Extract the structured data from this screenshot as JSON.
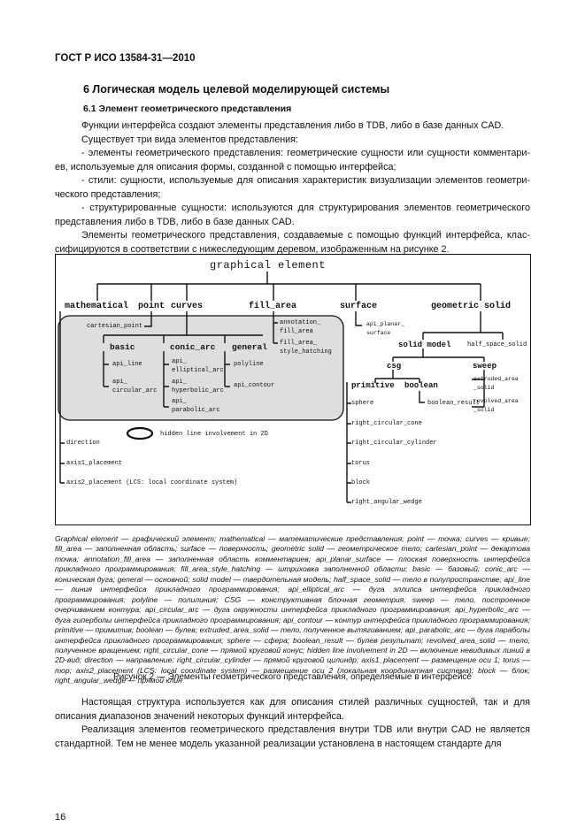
{
  "header": {
    "standard_code": "ГОСТ Р ИСО 13584-31—2010"
  },
  "section": {
    "title": "6 Логическая модель целевой моделирующей системы"
  },
  "subsection": {
    "title": "6.1 Элемент геометрического представления"
  },
  "paragraphs_top": [
    "Функции интерфейса создают элементы представления либо в TDB, либо в базе данных CAD.",
    "Существует три вида элементов представления:",
    "- элементы геометрического представления: геометрические сущности или сущности комментари­ев, используемые для описания формы, созданной с помощью интерфейса;",
    "- стили: сущности, используемые для описания характеристик визуализации элементов геометри­ческого представления;",
    "- структурированные сущности: используются для структурирования элементов геометрического представления либо в TDB, либо в базе данных CAD.",
    "Элементы геометрического представления, создаваемые с помощью функций интерфейса, клас­сифицируются в соответствии с нижеследующим деревом, изображенным на рисунке 2."
  ],
  "figure": {
    "root": "graphical element",
    "mathematical": "mathematical",
    "point": "point",
    "curves": "curves",
    "fill_area": "fill_area",
    "surface": "surface",
    "geometric_solid": "geometric solid",
    "cartesian_point": "cartesian_point",
    "basic": "basic",
    "conic_arc": "conic_arc",
    "general": "general",
    "api_line": "api_line",
    "api_circular_arc": [
      "api_",
      "circular_arc"
    ],
    "api_elliptical_arc": [
      "api_",
      "elliptical_arc"
    ],
    "api_hyperbolic_arc": [
      "api_",
      "hyperbolic_arc"
    ],
    "api_parabolic_arc": [
      "api_",
      "parabolic_arc"
    ],
    "polyline": "polyline",
    "api_contour": "api_contour",
    "annotation_fill_area": [
      "annotation_",
      "fill_area"
    ],
    "fill_area_style_hatching": [
      "fill_area_",
      "style_hatching"
    ],
    "api_planar_surface": [
      "api_planar_",
      "surface"
    ],
    "solid_model": "solid model",
    "half_space_solid": "half_space_solid",
    "csg": "csg",
    "sweep": "sweep",
    "primitive": "primitive",
    "boolean": "boolean",
    "boolean_result": "boolean_result",
    "extruded_area_solid": [
      "extruded_area",
      "_solid"
    ],
    "revolved_area_solid": [
      "revolved_area",
      "_solid"
    ],
    "sphere": "sphere",
    "right_circular_cone": "right_circular_cone",
    "right_circular_cylinder": "right_circular_cylinder",
    "torus": "torus",
    "block": "block",
    "right_angular_wedge": "right_angular_wedge",
    "direction": "direction",
    "axis1_placement": "axis1_placement",
    "axis2_placement": "axis2_placement (LCS: local coordinate system)",
    "hidden_line": "hidden line involvement in 2D"
  },
  "legend_text": "Graphical element — графический элемент; mathematical — математические представления; point — точка; curves — кривые; fill_area — заполненная область; surface — поверхность; geometric solid — геометрическое тело; cartesian_point — декартова точка; annotation_fill_area — заполненная область комментариев; api_planar_surface — плоская поверхность интерфейса прикладного программирования; fill_area_style_hatching — штриховка заполненной области; basic — базовый; conic_arc — коническая дуга; general — основной; solid model — твердотельная модель; half_space_solid — тело в полупространстве; api_line — линия интер­фейса прикладного программирования; api_elliptical_arc — дуга эллипса интерфейса прикладного программирования; polyline — полилиния; CSG — конструктивная блочная геометрия; sweep — тело, построенное очерчиванием контура; api_circular_arc — дуга окружности интерфейса прикладного программирования; api_hyperbolic_arc — дуга гиперболы интерфейса прикладного программирования; api_contour — контур интерфейса прикладного программирования; primitive — примитив; boolean — булев; extruded_area_solid — тело, полученное вытягиванием; api_parabolic_arc — дуга параболы интерфейса прикладного програм­мирования; sphere — сфера; boolean_result — булев результат; revolved_area_solid — тело, полученное вращением; right_circular_cone — прямой круговой конус; hidden line involvement in 2D — включение невидимых линий в 2D-вид; direction — направление; right_circular_cylinder — прямой круговой цилиндр; axis1_placement — размещение оси 1; torus — тор; axis2_placement (LCS: local coordinate system) — размещение оси 2 (локальная координатная система); block — блок; right_angular_wedge — прямой клин",
  "figure_caption": "Рисунок 2 — Элементы геометрического представления, определяемые в интерфейсе",
  "paragraphs_bottom": [
    "Настоящая структура используется как для описания стилей различных сущностей, так и для описания диапазонов значений некоторых функций интерфейса.",
    "Реализация элементов геометрического представления внутри TDB или внутри CAD не является стандартной. Тем не менее модель указанной реализации установлена в настоящем стандарте для"
  ],
  "page_number": "16"
}
